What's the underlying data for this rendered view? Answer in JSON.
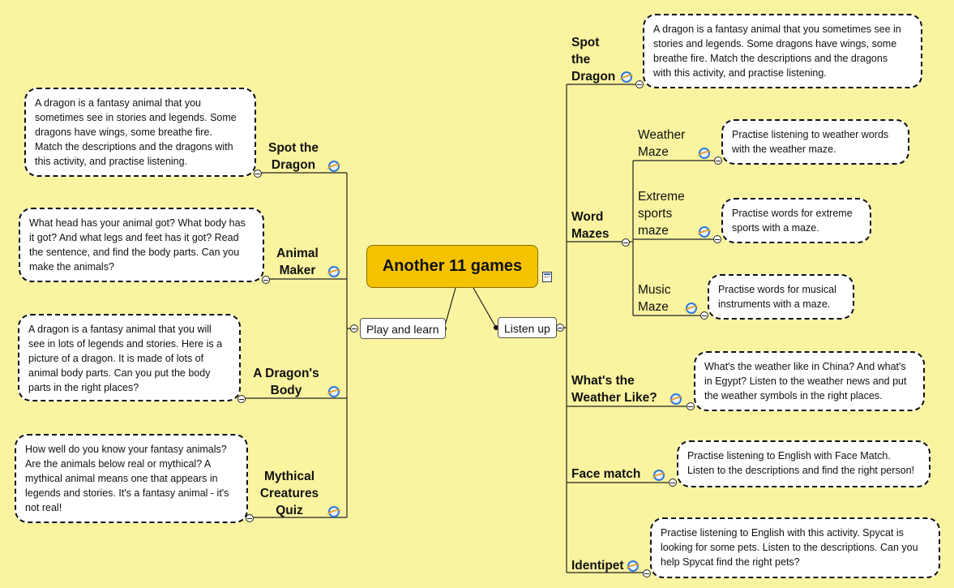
{
  "root": {
    "title": "Another 11 games"
  },
  "branches": {
    "left": "Play and learn",
    "right": "Listen up"
  },
  "left_topics": [
    {
      "label": "Spot the\nDragon",
      "desc": "A dragon is a fantasy animal that you\nsometimes see in stories and legends. Some\ndragons have wings, some breathe fire.\nMatch the descriptions and the dragons with\nthis activity, and practise listening."
    },
    {
      "label": "Animal\nMaker",
      "desc": "What head has your animal got? What body has\nit got? And what legs and feet has it got? Read\nthe sentence, and find the body parts. Can you\nmake the animals?"
    },
    {
      "label": "A Dragon's\nBody",
      "desc": "A dragon is a fantasy animal that you will\nsee in lots of legends and stories. Here is a\npicture of a dragon. It is made of lots of\nanimal body parts. Can you put the body\nparts in the right places?"
    },
    {
      "label": "Mythical\nCreatures\nQuiz",
      "desc": "How well do you know your fantasy animals?\nAre the animals below real or mythical? A\nmythical animal means one that appears in\nlegends and stories. It's a fantasy animal - it's\nnot real!"
    }
  ],
  "right_topics": {
    "spot": {
      "label": "Spot\nthe\nDragon",
      "desc": "A dragon is a fantasy animal that you sometimes see in\nstories and legends. Some dragons have wings, some\nbreathe fire. Match the descriptions and the dragons\nwith this activity, and practise listening."
    },
    "word_mazes": {
      "label": "Word\nMazes",
      "items": [
        {
          "label": "Weather\nMaze",
          "desc": "Practise listening to weather words\nwith the weather maze."
        },
        {
          "label": "Extreme\nsports\nmaze",
          "desc": "Practise words for extreme\nsports with a maze."
        },
        {
          "label": "Music\nMaze",
          "desc": "Practise words for musical\ninstruments with a maze."
        }
      ]
    },
    "weather": {
      "label": "What's the\nWeather Like?",
      "desc": "What's the weather like in China? And what's\nin Egypt? Listen to the weather news and put\nthe weather symbols in the right places."
    },
    "face": {
      "label": "Face match",
      "desc": "Practise listening to English with Face Match.\nListen to the descriptions and find the right person!"
    },
    "identipet": {
      "label": "Identipet",
      "desc": "Practise listening to English with this activity. Spycat is\nlooking for some pets. Listen to the descriptions. Can you\nhelp Spycat find the right pets?"
    }
  },
  "icons": {
    "link": "internet-explorer-icon",
    "collapse": "collapse-minus-icon",
    "note": "note-icon"
  },
  "colors": {
    "background": "#FAF4A0",
    "root_fill": "#F5C200",
    "link_blue": "#2f78d8"
  }
}
